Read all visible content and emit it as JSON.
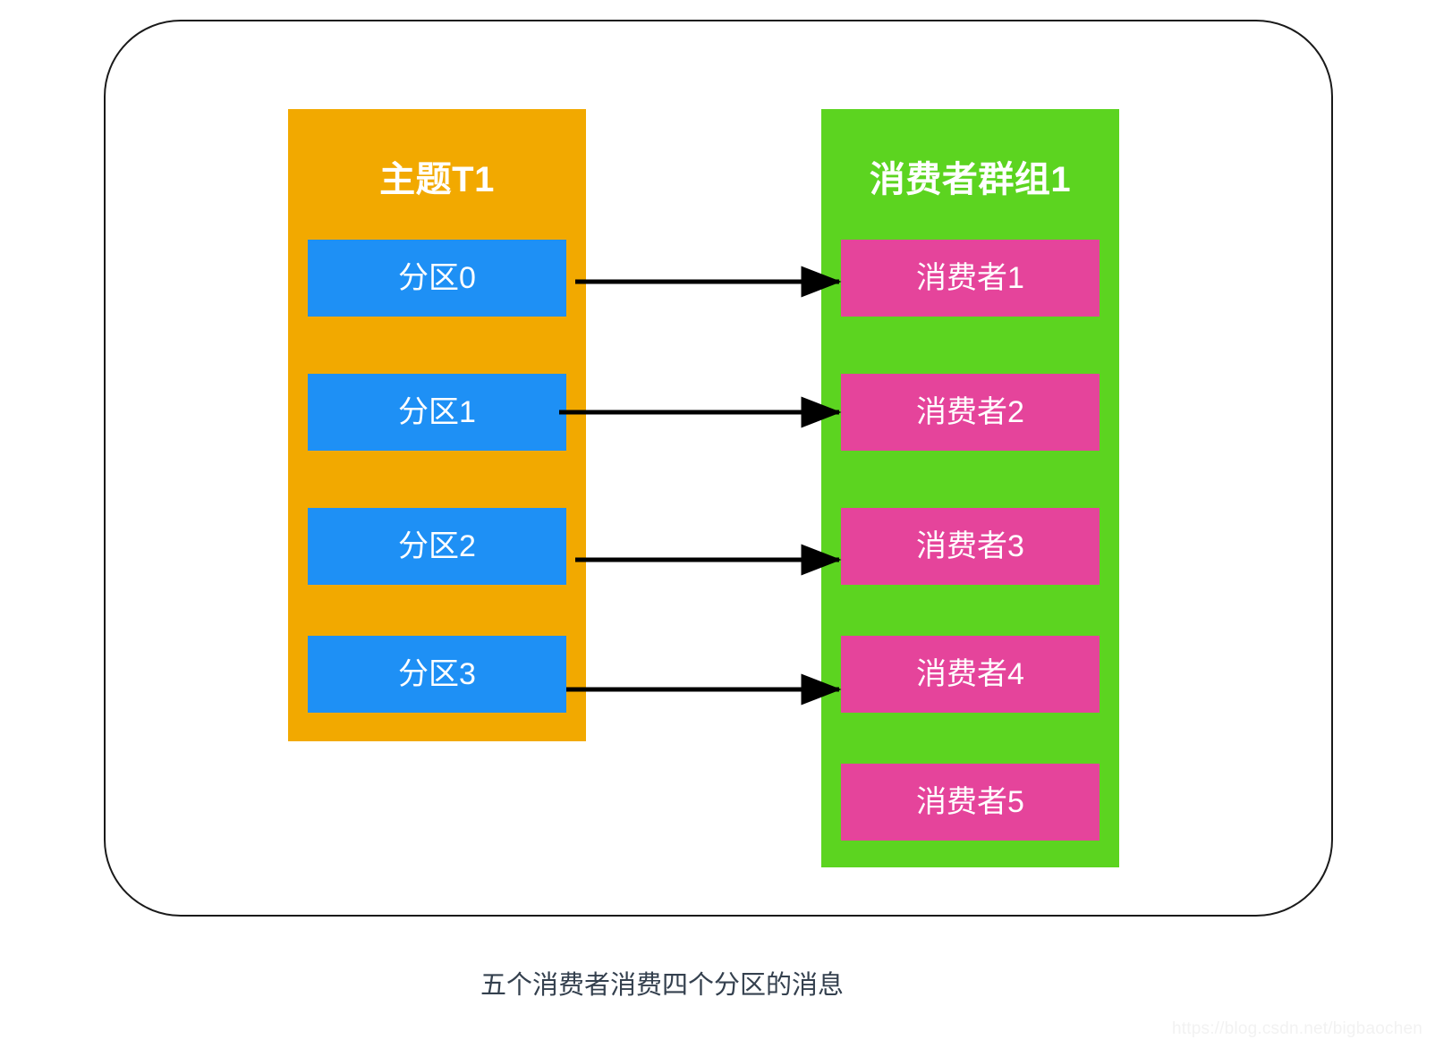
{
  "diagram": {
    "caption": "五个消费者消费四个分区的消息",
    "watermark": "https://blog.csdn.net/bigbaochen",
    "colors": {
      "topic_panel": "#F2A900",
      "group_panel": "#5CD420",
      "partition_box": "#1E90F5",
      "consumer_box": "#E5449B",
      "frame_border": "#1A1A1A",
      "arrow": "#000000",
      "box_text": "#FFFFFF",
      "caption_text": "#34404E",
      "watermark_text": "#F2F2F2"
    },
    "topic": {
      "title": "主题T1",
      "partitions": [
        {
          "label": "分区0"
        },
        {
          "label": "分区1"
        },
        {
          "label": "分区2"
        },
        {
          "label": "分区3"
        }
      ]
    },
    "consumer_group": {
      "title": "消费者群组1",
      "consumers": [
        {
          "label": "消费者1"
        },
        {
          "label": "消费者2"
        },
        {
          "label": "消费者3"
        },
        {
          "label": "消费者4"
        },
        {
          "label": "消费者5"
        }
      ]
    },
    "connections": [
      {
        "from": "分区0",
        "to": "消费者1"
      },
      {
        "from": "分区1",
        "to": "消费者2"
      },
      {
        "from": "分区2",
        "to": "消费者3"
      },
      {
        "from": "分区3",
        "to": "消费者4"
      }
    ]
  }
}
